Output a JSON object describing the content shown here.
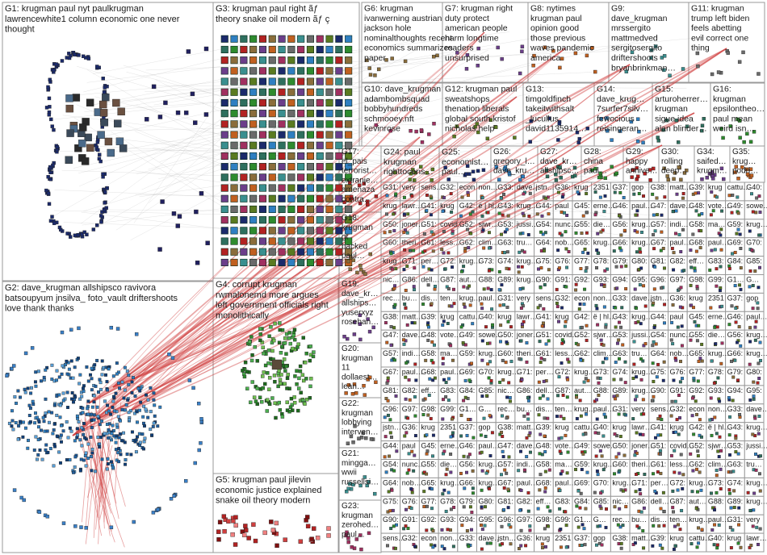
{
  "graph": {
    "groups": [
      {
        "id": "G1",
        "label": "G1: krugman paul nyt paulkrugman lawrencewhite1 column economic one never thought",
        "lines": [
          "G1: krugman paul nyt paulkrugman",
          "lawrencewhite1 column economic one never",
          "thought"
        ],
        "cluster": "orbit",
        "color": "#1b2a6b"
      },
      {
        "id": "G2",
        "label": "G2: dave_krugman allshipsco ravivora batsoupyum jnsilva_ foto_vault driftershoots love thank thanks",
        "lines": [
          "G2: dave_krugman allshipsco ravivora",
          "batsoupyum jnsilva_ foto_vault driftershoots",
          "love thank thanks"
        ],
        "cluster": "blue",
        "color": "#2f7fc1"
      },
      {
        "id": "G3",
        "label": "G3: krugman paul right ãƒ theory snake oil modern ãƒ ç",
        "lines": [
          "G3: krugman paul right ãƒ",
          "theory snake oil modern ãƒ ç"
        ],
        "cluster": "grid",
        "color": "#2e6f5e"
      },
      {
        "id": "G4",
        "label": "G4: corrupt krugman rwmalonemd more argues left government officials right monolithically",
        "lines": [
          "G4: corrupt krugman",
          "rwmalonemd more argues",
          "left government officials right",
          "monolithically"
        ],
        "cluster": "green",
        "color": "#2e8b2e"
      },
      {
        "id": "G5",
        "label": "G5: krugman paul jilevin economic justice explained snake oil theory modern",
        "lines": [
          "G5: krugman paul jilevin",
          "economic justice explained",
          "snake oil theory modern"
        ],
        "cluster": "red",
        "color": "#b22222"
      },
      {
        "id": "G6",
        "lines": [
          "G6: krugman",
          "ivanwerning austrian",
          "jackson hole",
          "nominalthoughts recent",
          "economics summarizes",
          "paper"
        ]
      },
      {
        "id": "G7",
        "lines": [
          "G7: krugman right",
          "duty protect",
          "american people",
          "harm longtime",
          "readers",
          "unsurprised"
        ]
      },
      {
        "id": "G8",
        "lines": [
          "G8: nytimes",
          "krugman paul",
          "opinion good",
          "those previous",
          "waves pandemic",
          "america"
        ]
      },
      {
        "id": "G9",
        "lines": [
          "G9:",
          "dave_krugman",
          "mrssergito",
          "mattmedved",
          "sergitosergito",
          "driftershoots",
          "bryanbrinkman…"
        ]
      },
      {
        "id": "G11",
        "lines": [
          "G11: krugman",
          "trump left biden",
          "feels abetting",
          "evil correct one",
          "thing"
        ]
      },
      {
        "id": "G10",
        "lines": [
          "G10: dave_krugman",
          "adambombsquad",
          "bobbyhundreds",
          "schmooey.nft",
          "kevinrose"
        ]
      },
      {
        "id": "G12",
        "lines": [
          "G12: krugman paul",
          "sweatshops",
          "thenation liberals",
          "global south kristof",
          "nicholas help"
        ]
      },
      {
        "id": "G13",
        "lines": [
          "G13:",
          "timgoldfinch",
          "takeitwithsalt",
          "_lucullus",
          "david1135914…"
        ]
      },
      {
        "id": "G14",
        "lines": [
          "G14:",
          "dave_krug…",
          "7surfer7silv…",
          "fewocious",
          "reisingeran…"
        ]
      },
      {
        "id": "G15",
        "lines": [
          "G15:",
          "arturoherrer…",
          "krugman",
          "sigue idea",
          "alan blinder…"
        ]
      },
      {
        "id": "G16",
        "lines": [
          "G16:",
          "krugman",
          "epsilontheo…",
          "paul mean",
          "weird isn…"
        ]
      },
      {
        "id": "G17",
        "lines": [
          "G17:",
          "el_pais",
          "terrorist…",
          "extranje…",
          "amenaza",
          "contra…"
        ]
      },
      {
        "id": "G18",
        "lines": [
          "G18:",
          "krugman",
          "gt",
          "backed",
          "paul…"
        ]
      },
      {
        "id": "G19",
        "lines": [
          "G19:",
          "dave_kr…",
          "allships…",
          "yuserxyz",
          "rosehan…"
        ]
      },
      {
        "id": "G20",
        "lines": [
          "G20:",
          "krugman",
          "11",
          "dollaest…",
          "lean…"
        ]
      },
      {
        "id": "G21",
        "lines": [
          "G21:",
          "mingga…",
          "wwii",
          "russellsi…"
        ]
      },
      {
        "id": "G22",
        "lines": [
          "G22:",
          "krugman",
          "lobbying",
          "interven…"
        ]
      },
      {
        "id": "G23",
        "lines": [
          "G23:",
          "krugman",
          "zerohed…",
          "paul…"
        ]
      },
      {
        "id": "G24",
        "lines": [
          "G24: paul",
          "krugman",
          "righttocons…"
        ]
      },
      {
        "id": "G25",
        "lines": [
          "G25:",
          "economist…",
          "paul…"
        ]
      },
      {
        "id": "G26",
        "lines": [
          "G26:",
          "gregory_l…",
          "dave_kru…"
        ]
      },
      {
        "id": "G27",
        "lines": [
          "G27:",
          "dave_kr…",
          "allshipsc…"
        ]
      },
      {
        "id": "G28",
        "lines": [
          "G28:",
          "china",
          "paul…"
        ]
      },
      {
        "id": "G29",
        "lines": [
          "G29:",
          "happy",
          "annive…"
        ]
      },
      {
        "id": "G30",
        "lines": [
          "G30:",
          "rolling",
          "deep…"
        ]
      },
      {
        "id": "G34",
        "lines": [
          "G34:",
          "saifed…",
          "krugm…"
        ]
      },
      {
        "id": "G35",
        "lines": [
          "G35:",
          "krug…",
          "podri…"
        ]
      }
    ],
    "tiny_labels": [
      "G31:",
      "very",
      "sens…",
      "G32:",
      "econ",
      "non…",
      "G33:",
      "dave…",
      "jstn…",
      "G36:",
      "krug",
      "2351",
      "G37:",
      "gop",
      "G38:",
      "matt…",
      "G39:",
      "krug",
      "cattu…",
      "G40:",
      "krug",
      "lawr…",
      "G41:",
      "krug",
      "G42:",
      "ë | hl…",
      "G43:",
      "krug…",
      "G44:",
      "paul",
      "G45:",
      "erne…",
      "G46:",
      "paul…",
      "G47:",
      "dave…",
      "G48:",
      "vote…",
      "G49:",
      "sowe…",
      "G50:",
      "joner…",
      "G51:",
      "covid…",
      "G52:",
      "sjwr…",
      "G53:",
      "jussi…",
      "G54:",
      "nunc…",
      "G55:",
      "die…",
      "G56:",
      "krug…",
      "G57:",
      "indi…",
      "G58:",
      "ma…",
      "G59:",
      "krug…",
      "G60:",
      "theri…",
      "G61:",
      "less…",
      "G62:",
      "clim…",
      "G63:",
      "tru…",
      "G64:",
      "nob…",
      "G65:",
      "krug…",
      "G66:",
      "krug…",
      "G67:",
      "paul…",
      "G68:",
      "paul…",
      "G69:",
      "G70:",
      "krug…",
      "G71:",
      "per…",
      "G72:",
      "krug…",
      "G73:",
      "G74:",
      "krug…",
      "G75:",
      "G76:",
      "G77:",
      "G78:",
      "G79:",
      "G80:",
      "G81:",
      "G82:",
      "eff…",
      "G83:",
      "G84:",
      "G85:",
      "nic…",
      "G86:",
      "dell…",
      "G87:",
      "aut…",
      "G88:",
      "G89:",
      "krug…",
      "G90:",
      "G91:",
      "G92:",
      "G93:",
      "G94:",
      "G95:",
      "G96:",
      "G97:",
      "G98:",
      "G99:",
      "G1…",
      "G…",
      "rec…",
      "bu…",
      "dis…",
      "ten…",
      "krug…",
      "paul…"
    ]
  },
  "colors": {
    "edge": "#d04040",
    "edge_gray": "#9a9a9a",
    "panel_border": "#9a9a9a",
    "palette": [
      "#1b2a6b",
      "#2f7fc1",
      "#2e6f5e",
      "#2e8b2e",
      "#b22222",
      "#8a6d3b",
      "#6b3e8a",
      "#c06020",
      "#3a8f8f",
      "#6a6a6a",
      "#a03060",
      "#5a7a20"
    ]
  }
}
